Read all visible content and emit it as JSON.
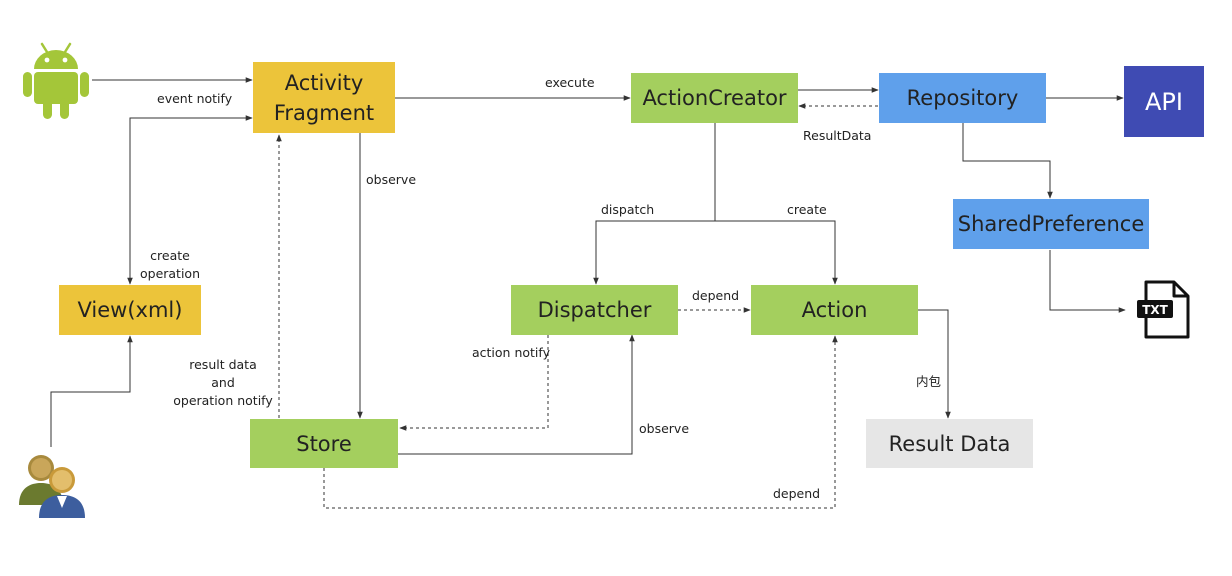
{
  "nodes": {
    "activity_fragment": [
      "Activity",
      "Fragment"
    ],
    "action_creator": "ActionCreator",
    "repository": "Repository",
    "api": "API",
    "shared_preference": "SharedPreference",
    "view_xml": "View(xml)",
    "dispatcher": "Dispatcher",
    "action": "Action",
    "store": "Store",
    "result_data": "Result Data"
  },
  "edge_labels": {
    "event_notify": "event notify",
    "execute": "execute",
    "result_data_return": "ResultData",
    "observe_activity": "observe",
    "create_operation": [
      "create",
      "operation"
    ],
    "dispatch": "dispatch",
    "create_action": "create",
    "depend_dispatcher_action": "depend",
    "action_notify": "action notify",
    "result_operation_notify": [
      "result data",
      "and",
      "operation notify"
    ],
    "observe_dispatcher": "observe",
    "inner_package": "内包",
    "depend_store_action": "depend"
  },
  "icons": {
    "android": "android-robot-icon",
    "users": "users-icon",
    "txt_file": "txt-file-icon",
    "txt_file_text": "TXT"
  },
  "colors": {
    "yellow": "#ECC43A",
    "green": "#A4CF5E",
    "blue": "#5FA0EB",
    "api": "#3F4BB3",
    "gray": "#E6E6E6",
    "android": "#A4C639",
    "line": "#333333"
  }
}
